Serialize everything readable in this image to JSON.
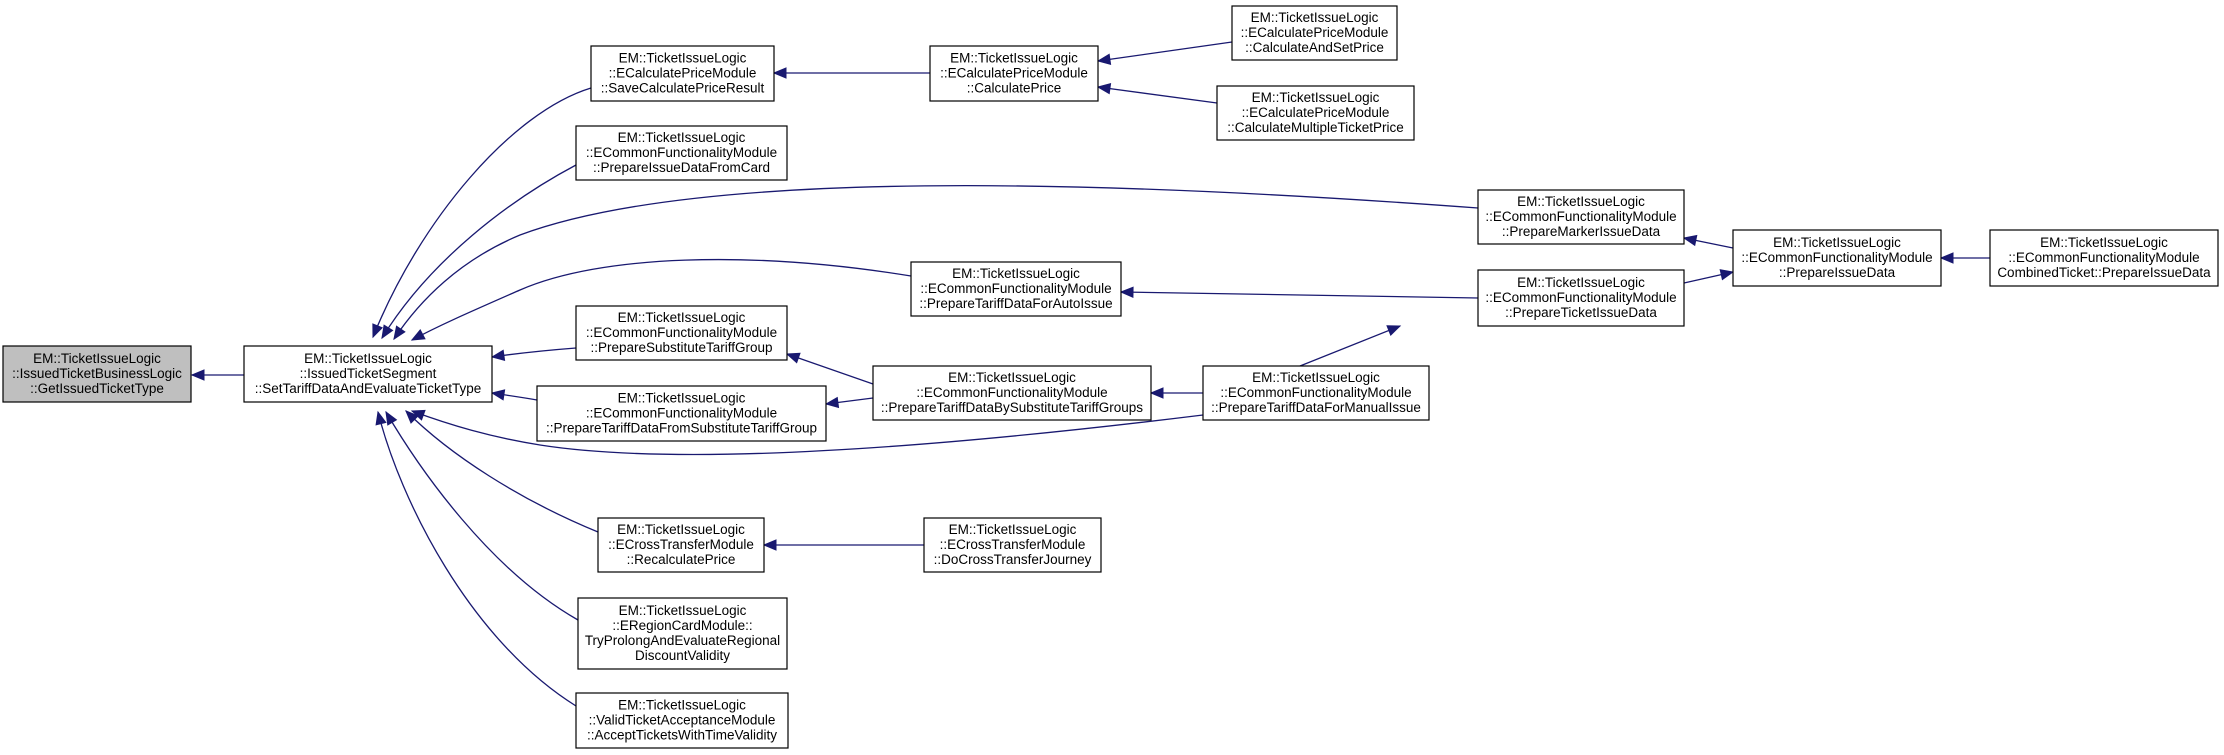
{
  "diagram": {
    "colors": {
      "edge": "#191970",
      "root_fill": "#bfbfbf",
      "node_fill": "#ffffff",
      "node_border": "#000000"
    },
    "nodes": [
      {
        "id": "n0",
        "lines": [
          "EM::TicketIssueLogic",
          "::IssuedTicketBusinessLogic",
          "::GetIssuedTicketType"
        ]
      },
      {
        "id": "n1",
        "lines": [
          "EM::TicketIssueLogic",
          "::IssuedTicketSegment",
          "::SetTariffDataAndEvaluateTicketType"
        ]
      },
      {
        "id": "n2",
        "lines": [
          "EM::TicketIssueLogic",
          "::ECalculatePriceModule",
          "::SaveCalculatePriceResult"
        ]
      },
      {
        "id": "n3",
        "lines": [
          "EM::TicketIssueLogic",
          "::ECalculatePriceModule",
          "::CalculatePrice"
        ]
      },
      {
        "id": "n4",
        "lines": [
          "EM::TicketIssueLogic",
          "::ECalculatePriceModule",
          "::CalculateAndSetPrice"
        ]
      },
      {
        "id": "n5",
        "lines": [
          "EM::TicketIssueLogic",
          "::ECalculatePriceModule",
          "::CalculateMultipleTicketPrice"
        ]
      },
      {
        "id": "n6",
        "lines": [
          "EM::TicketIssueLogic",
          "::ECommonFunctionalityModule",
          "::PrepareIssueDataFromCard"
        ]
      },
      {
        "id": "n7",
        "lines": [
          "EM::TicketIssueLogic",
          "::ECommonFunctionalityModule",
          "::PrepareMarkerIssueData"
        ]
      },
      {
        "id": "n8",
        "lines": [
          "EM::TicketIssueLogic",
          "::ECommonFunctionalityModule",
          "::PrepareIssueData"
        ]
      },
      {
        "id": "n9",
        "lines": [
          "EM::TicketIssueLogic",
          "::ECommonFunctionalityModule",
          "CombinedTicket::PrepareIssueData"
        ]
      },
      {
        "id": "n10",
        "lines": [
          "EM::TicketIssueLogic",
          "::ECommonFunctionalityModule",
          "::PrepareTariffDataForAutoIssue"
        ]
      },
      {
        "id": "n11",
        "lines": [
          "EM::TicketIssueLogic",
          "::ECommonFunctionalityModule",
          "::PrepareTicketIssueData"
        ]
      },
      {
        "id": "n12",
        "lines": [
          "EM::TicketIssueLogic",
          "::ECommonFunctionalityModule",
          "::PrepareSubstituteTariffGroup"
        ]
      },
      {
        "id": "n13",
        "lines": [
          "EM::TicketIssueLogic",
          "::ECommonFunctionalityModule",
          "::PrepareTariffDataBySubstituteTariffGroups"
        ]
      },
      {
        "id": "n14",
        "lines": [
          "EM::TicketIssueLogic",
          "::ECommonFunctionalityModule",
          "::PrepareTariffDataForManualIssue"
        ]
      },
      {
        "id": "n15",
        "lines": [
          "EM::TicketIssueLogic",
          "::ECommonFunctionalityModule",
          "::PrepareTariffDataFromSubstituteTariffGroup"
        ]
      },
      {
        "id": "n16",
        "lines": [
          "EM::TicketIssueLogic",
          "::ECrossTransferModule",
          "::RecalculatePrice"
        ]
      },
      {
        "id": "n17",
        "lines": [
          "EM::TicketIssueLogic",
          "::ECrossTransferModule",
          "::DoCrossTransferJourney"
        ]
      },
      {
        "id": "n18",
        "lines": [
          "EM::TicketIssueLogic",
          "::ERegionCardModule::",
          "TryProlongAndEvaluateRegional",
          "DiscountValidity"
        ]
      },
      {
        "id": "n19",
        "lines": [
          "EM::TicketIssueLogic",
          "::ValidTicketAcceptanceModule",
          "::AcceptTicketsWithTimeValidity"
        ]
      }
    ],
    "edges": [
      {
        "from": "n1",
        "to": "n0"
      },
      {
        "from": "n2",
        "to": "n1"
      },
      {
        "from": "n6",
        "to": "n1"
      },
      {
        "from": "n7",
        "to": "n1"
      },
      {
        "from": "n10",
        "to": "n1"
      },
      {
        "from": "n12",
        "to": "n1"
      },
      {
        "from": "n15",
        "to": "n1"
      },
      {
        "from": "n14",
        "to": "n1"
      },
      {
        "from": "n16",
        "to": "n1"
      },
      {
        "from": "n18",
        "to": "n1"
      },
      {
        "from": "n19",
        "to": "n1"
      },
      {
        "from": "n3",
        "to": "n2"
      },
      {
        "from": "n4",
        "to": "n3"
      },
      {
        "from": "n5",
        "to": "n3"
      },
      {
        "from": "n8",
        "to": "n7"
      },
      {
        "from": "n9",
        "to": "n8"
      },
      {
        "from": "n11",
        "to": "n8"
      },
      {
        "from": "n11",
        "to": "n10"
      },
      {
        "from": "n14",
        "to": "n11"
      },
      {
        "from": "n13",
        "to": "n12"
      },
      {
        "from": "n13",
        "to": "n15"
      },
      {
        "from": "n14",
        "to": "n13"
      },
      {
        "from": "n17",
        "to": "n16"
      }
    ]
  }
}
